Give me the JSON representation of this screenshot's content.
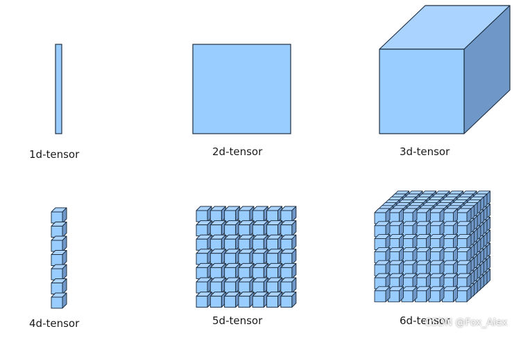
{
  "colors": {
    "face": "#99ccff",
    "top": "#aad4ff",
    "side": "#6f98c9",
    "edge": "#1f2f40"
  },
  "labels": {
    "t1": "1d-tensor",
    "t2": "2d-tensor",
    "t3": "3d-tensor",
    "t4": "4d-tensor",
    "t5": "5d-tensor",
    "t6": "6d-tensor"
  },
  "watermark": "CSDN @Fox_Alex",
  "grids": {
    "t4": {
      "columns": 1,
      "rows": 7,
      "layers": 1
    },
    "t5": {
      "columns": 7,
      "rows": 7,
      "layers": 1
    },
    "t6": {
      "columns": 7,
      "rows": 7,
      "layers": 7
    }
  }
}
